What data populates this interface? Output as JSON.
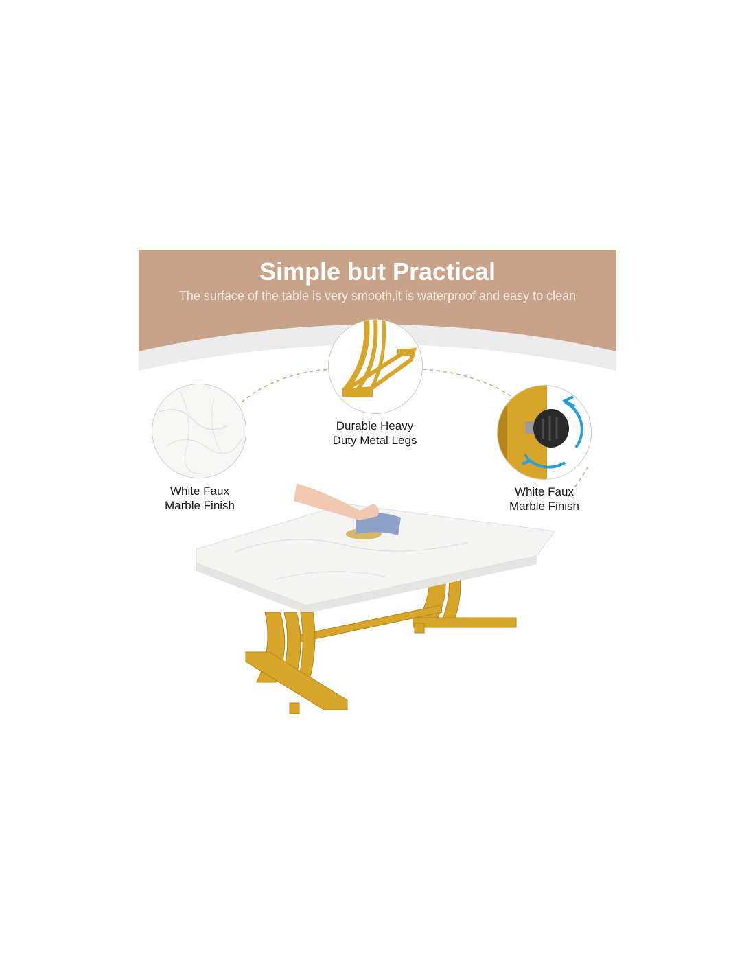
{
  "header": {
    "title": "Simple but Practical",
    "subtitle": "The surface of the table is very smooth,it is waterproof and easy to clean"
  },
  "features": [
    {
      "name": "marble",
      "line1": "White Faux",
      "line2": "Marble Finish",
      "icon": "marble-texture-icon"
    },
    {
      "name": "legs",
      "line1": "Durable Heavy",
      "line2": "Duty Metal Legs",
      "icon": "metal-leg-icon"
    },
    {
      "name": "foot-pad",
      "line1": "White Faux",
      "line2": "Marble Finish",
      "icon": "adjustable-foot-pad-icon"
    }
  ],
  "colors": {
    "band": "#c9a387",
    "gold": "#d7a52a",
    "gold_dark": "#b7861a",
    "marble": "#f4f4f3",
    "circle_border": "#c9c9c9",
    "connector": "#c9a387",
    "arrow": "#2a9fd8"
  }
}
